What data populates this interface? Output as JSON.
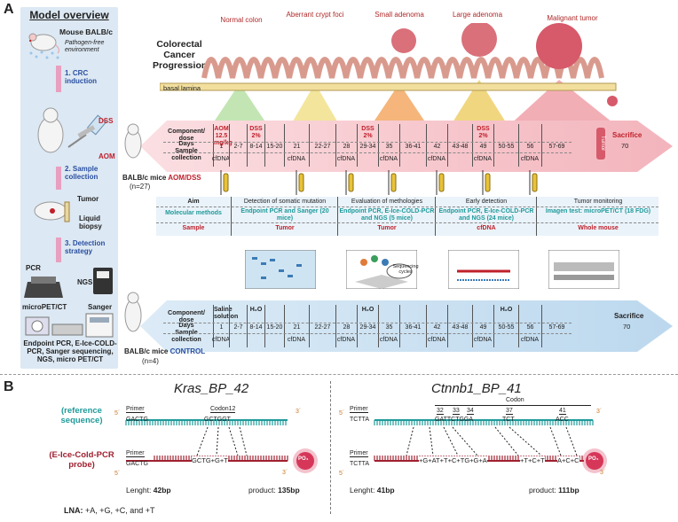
{
  "panelA": "A",
  "panelB": "B",
  "sidebar": {
    "title": "Model overview",
    "mouse": "Mouse BALB/c",
    "env": "Pathogen-free environment",
    "step1": "1. CRC induction",
    "dss": "DSS",
    "aom": "AOM",
    "step2": "2. Sample collection",
    "tumor": "Tumor",
    "biopsy": "Liquid biopsy",
    "step3": "3. Detection strategy",
    "pcr": "PCR",
    "ngs": "NGS",
    "micropet": "microPET/CT",
    "sanger": "Sanger",
    "summary": "Endpoint PCR, E-Ice-COLD-PCR, Sanger sequencing, NGS, micro PET/CT"
  },
  "progression": {
    "title": "Colorectal Cancer Progression",
    "basal": "basal lamina",
    "stages": [
      "Normal colon",
      "Aberrant crypt foci",
      "Small adenoma",
      "Large adenoma",
      "Malignant tumor"
    ]
  },
  "aomGroup": {
    "label_a": "BALB/c mice ",
    "label_b": "AOM/DSS",
    "n": "(n=27)",
    "rows": [
      "Component/ dose",
      "Days",
      "Sample collection"
    ],
    "comp": [
      "AOM 12.5 mg/kg",
      "",
      "DSS 2%",
      "",
      "",
      "",
      "",
      "DSS 2%",
      "",
      "",
      "",
      "",
      "DSS 2%",
      "",
      "",
      ""
    ],
    "days": [
      "1",
      "2-7",
      "8-14",
      "15-20",
      "21",
      "22-27",
      "28",
      "29-34",
      "35",
      "36-41",
      "42",
      "43-48",
      "49",
      "50-55",
      "56",
      "57-69"
    ],
    "samples": [
      "cfDNA",
      "",
      "",
      "",
      "cfDNA",
      "",
      "cfDNA",
      "",
      "cfDNA",
      "",
      "cfDNA",
      "",
      "cfDNA",
      "",
      "cfDNA",
      ""
    ],
    "tumor": "Tumor",
    "sacrifice": "Sacrifice",
    "sacrifice_day": "70"
  },
  "aims": {
    "row_labels": [
      "Aim",
      "Molecular methods",
      "Sample"
    ],
    "cols": [
      {
        "aim": "Detection of somatic mutation",
        "method": "Endpoint PCR and Sanger (20 mice)",
        "sample": "Tumor"
      },
      {
        "aim": "Evaluation of methologies",
        "method": "Endpoint PCR, E-Ice-COLD-PCR and NGS (5 mice)",
        "sample": "Tumor"
      },
      {
        "aim": "Early detection",
        "method": "Endpoint PCR, E-Ice-COLD-PCR and NGS (24 mice)",
        "sample": "cfDNA"
      },
      {
        "aim": "Tumor monitoring",
        "method": "Imagen test: microPET/CT (18 FDG)",
        "sample": "Whole mouse"
      }
    ],
    "seq_cycles": "Sequencing cycles"
  },
  "controlGroup": {
    "label_a": "BALB/c mice ",
    "label_b": "CONTROL",
    "n": "(n=4)",
    "rows": [
      "Component/ dose",
      "Days",
      "Sample collection"
    ],
    "comp": [
      "Saline solution",
      "",
      "H₂O",
      "",
      "",
      "",
      "",
      "H₂O",
      "",
      "",
      "",
      "",
      "",
      "H₂O",
      "",
      ""
    ],
    "days": [
      "1",
      "2-7",
      "8-14",
      "15-20",
      "21",
      "22-27",
      "28",
      "29-34",
      "35",
      "36-41",
      "42",
      "43-48",
      "49",
      "50-55",
      "56",
      "57-69"
    ],
    "samples": [
      "cfDNA",
      "",
      "",
      "",
      "cfDNA",
      "",
      "cfDNA",
      "",
      "cfDNA",
      "",
      "cfDNA",
      "",
      "cfDNA",
      "",
      "cfDNA",
      ""
    ],
    "sacrifice": "Sacrifice",
    "sacrifice_day": "70"
  },
  "kras": {
    "title": "Kras_BP_42",
    "ref_label": "(reference sequence)",
    "probe_label": "(E-Ice-Cold-PCR probe)",
    "primer": "Primer",
    "codon": "Codon12",
    "ref_primer_seq": "GACTG",
    "ref_codon_seq": "GCTGGT",
    "probe_primer_seq": "GACTG",
    "probe_seq": "GCTG+G+T",
    "po4": "PO₄",
    "five": "5´",
    "three": "3´",
    "length_label": "Lenght: ",
    "length": "42bp",
    "product_label": "product: ",
    "product": "135bp"
  },
  "ctnnb1": {
    "title": "Ctnnb1_BP_41",
    "primer": "Primer",
    "codon": "Codon",
    "codons": [
      "32",
      "33",
      "34",
      "37",
      "41"
    ],
    "ref_primer_seq": "TCTTA",
    "ref_seq": "GATTCTGGA",
    "ref_seq2": "TCT",
    "ref_seq3": "ACC",
    "probe_primer_seq": "TCTTA",
    "probe_seq": "+G+AT+T+C+TG+G+A",
    "probe_seq2": "+T+C+T",
    "probe_seq3": "A+C+C",
    "po4": "PO₄",
    "five": "5´",
    "three": "3´",
    "length_label": "Lenght: ",
    "length": "41bp",
    "product_label": "product: ",
    "product": "111bp"
  },
  "lna": {
    "label": "LNA:",
    "text": " +A, +G, +C, and +T"
  }
}
